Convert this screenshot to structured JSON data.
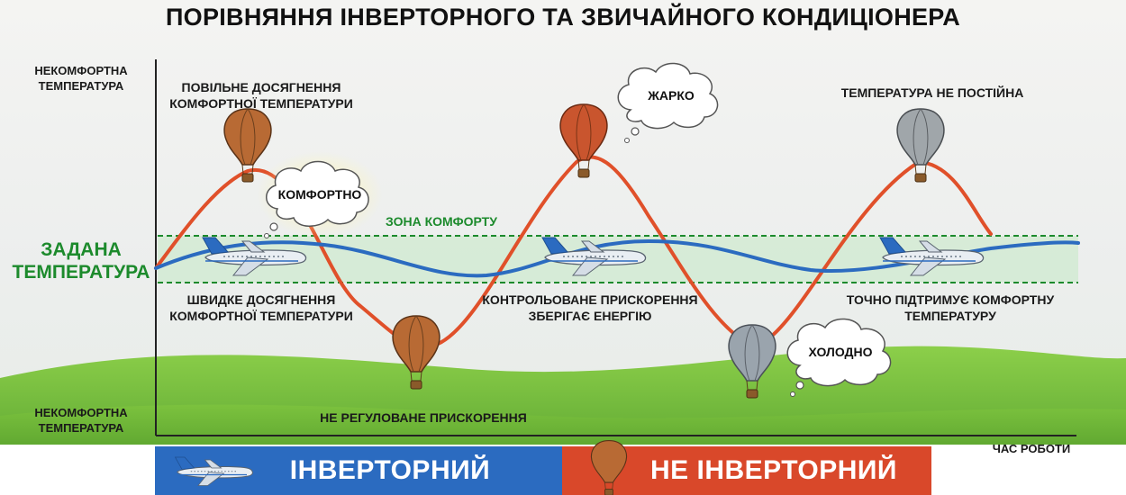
{
  "title": "ПОРІВНЯННЯ ІНВЕРТОРНОГО ТА ЗВИЧАЙНОГО КОНДИЦІОНЕРА",
  "y_axis": {
    "top_label": [
      "НЕКОМФОРТНА",
      "ТЕМПЕРАТУРА"
    ],
    "middle_label": [
      "ЗАДАНА",
      "ТЕМПЕРАТУРА"
    ],
    "bottom_label": [
      "НЕКОМФОРТНА",
      "ТЕМПЕРАТУРА"
    ]
  },
  "x_axis_label": "ЧАС РОБОТИ",
  "comfort_zone_label": "ЗОНА КОМФОРТУ",
  "annotations": {
    "slow_reach": [
      "ПОВІЛЬНЕ ДОСЯГНЕННЯ",
      "КОМФОРТНОЇ ТЕМПЕРАТУРИ"
    ],
    "temp_not_constant": "ТЕМПЕРАТУРА НЕ ПОСТІЙНА",
    "fast_reach": [
      "ШВИДКЕ ДОСЯГНЕННЯ",
      "КОМФОРТНОЇ ТЕМПЕРАТУРИ"
    ],
    "controlled": [
      "КОНТРОЛЬОВАНЕ ПРИСКОРЕННЯ",
      "ЗБЕРІГАЄ ЕНЕРГІЮ"
    ],
    "maintains": [
      "ТОЧНО ПІДТРИМУЄ КОМФОРТНУ",
      "ТЕМПЕРАТУРУ"
    ],
    "unregulated": "НЕ РЕГУЛОВАНЕ ПРИСКОРЕННЯ"
  },
  "thought_bubbles": {
    "comfortable": "КОМФОРТНО",
    "hot": "ЖАРКО",
    "cold": "ХОЛОДНО"
  },
  "legend": {
    "inverter": "ІНВЕРТОРНИЙ",
    "non_inverter": "НЕ ІНВЕРТОРНИЙ"
  },
  "colors": {
    "inverter_line": "#2b6bc0",
    "non_inverter_line": "#e0502a",
    "comfort_zone": "#1c8a2c",
    "banner_blue": "#2b6bc0",
    "banner_orange": "#d9482a"
  },
  "icons": {
    "inverter": "airplane-icon",
    "non_inverter": "hot-air-balloon-icon"
  }
}
